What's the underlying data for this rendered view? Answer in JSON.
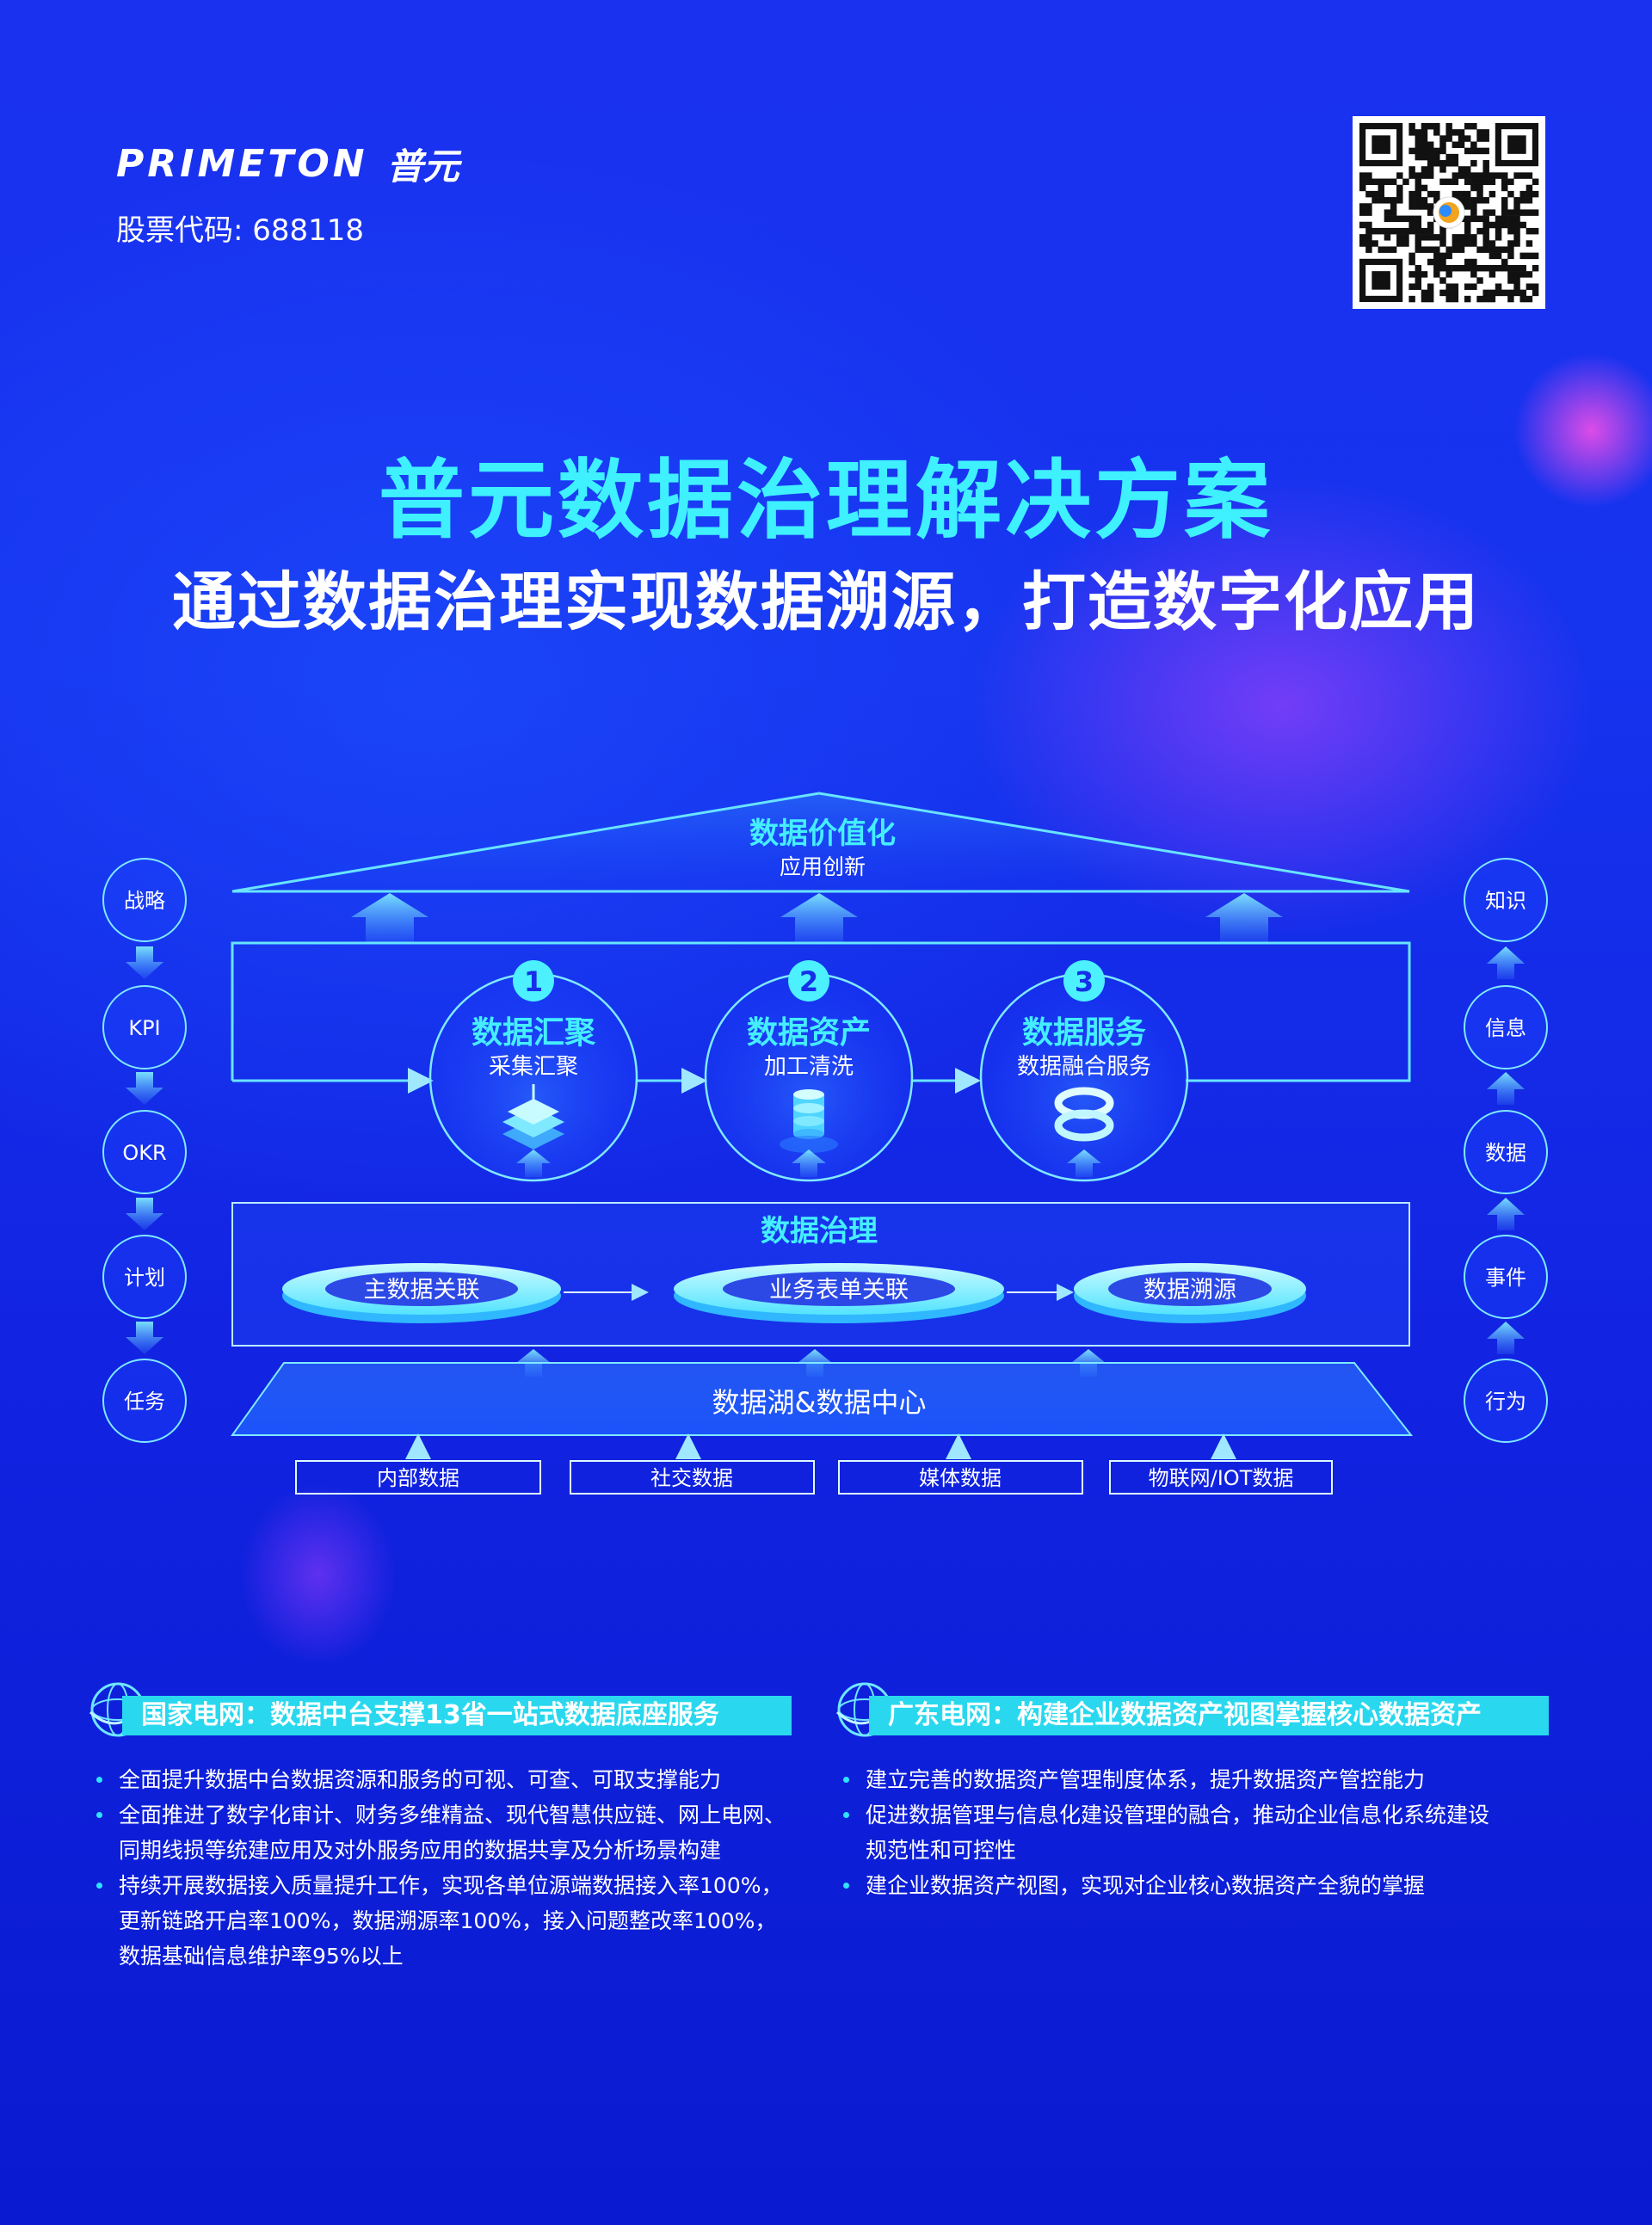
{
  "brand": {
    "logo_text": "PRIMETON",
    "logo_cn": "普元",
    "stock_code": "股票代码: 688118"
  },
  "title": "普元数据治理解决方案",
  "subtitle": "通过数据治理实现数据溯源，打造数字化应用",
  "diagram": {
    "roof_title": "数据价值化",
    "roof_subtitle": "应用创新",
    "left_chain": [
      "战略",
      "KPI",
      "OKR",
      "计划",
      "任务"
    ],
    "right_chain": [
      "知识",
      "信息",
      "数据",
      "事件",
      "行为"
    ],
    "stages": [
      {
        "number": "1",
        "title": "数据汇聚",
        "subtitle": "采集汇聚"
      },
      {
        "number": "2",
        "title": "数据资产",
        "subtitle": "加工清洗"
      },
      {
        "number": "3",
        "title": "数据服务",
        "subtitle": "数据融合服务"
      }
    ],
    "governance": {
      "title": "数据治理",
      "items": [
        "主数据关联",
        "业务表单关联",
        "数据溯源"
      ]
    },
    "lake": "数据湖&数据中心",
    "sources": [
      "内部数据",
      "社交数据",
      "媒体数据",
      "物联网/IOT数据"
    ]
  },
  "cases": [
    {
      "title": "国家电网：数据中台支撑13省一站式数据底座服务",
      "bullets": [
        [
          "全面提升数据中台数据资源和服务的可视、可查、可取支撑能力"
        ],
        [
          "全面推进了数字化审计、财务多维精益、现代智慧供应链、网上电网、",
          "同期线损等统建应用及对外服务应用的数据共享及分析场景构建"
        ],
        [
          "持续开展数据接入质量提升工作，实现各单位源端数据接入率100%，",
          "更新链路开启率100%，数据溯源率100%，接入问题整改率100%，",
          "数据基础信息维护率95%以上"
        ]
      ]
    },
    {
      "title": "广东电网：构建企业数据资产视图掌握核心数据资产",
      "bullets": [
        [
          "建立完善的数据资产管理制度体系，提升数据资产管控能力"
        ],
        [
          "促进数据管理与信息化建设管理的融合，推动企业信息化系统建设",
          "规范性和可控性"
        ],
        [
          "建企业数据资产视图，实现对企业核心数据资产全貌的掌握"
        ]
      ]
    }
  ],
  "colors": {
    "accent_cyan": "#3ff0ff",
    "bg_blue": "#1633ee",
    "label_bar": "#29d8ee"
  }
}
